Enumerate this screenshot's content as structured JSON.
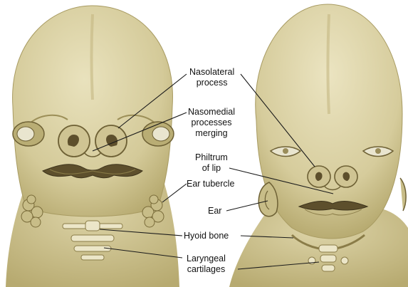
{
  "colors": {
    "skin": "#d6cc9c",
    "skin_light": "#e8e0ba",
    "skin_shadow": "#a89b62",
    "dark_line": "#4a4024",
    "mouth": "#5d4f2c",
    "eye_white": "#e9e5cf",
    "bone": "#ece6c8",
    "leader": "#1a1a1a"
  },
  "labels": {
    "nasolateral": [
      "Nasolateral",
      "process"
    ],
    "nasomedial": [
      "Nasomedial",
      "processes",
      "merging"
    ],
    "philtrum": [
      "Philtrum",
      "of lip"
    ],
    "ear_tubercle": "Ear tubercle",
    "ear": "Ear",
    "hyoid": "Hyoid bone",
    "laryngeal": [
      "Laryngeal",
      "cartilages"
    ]
  }
}
